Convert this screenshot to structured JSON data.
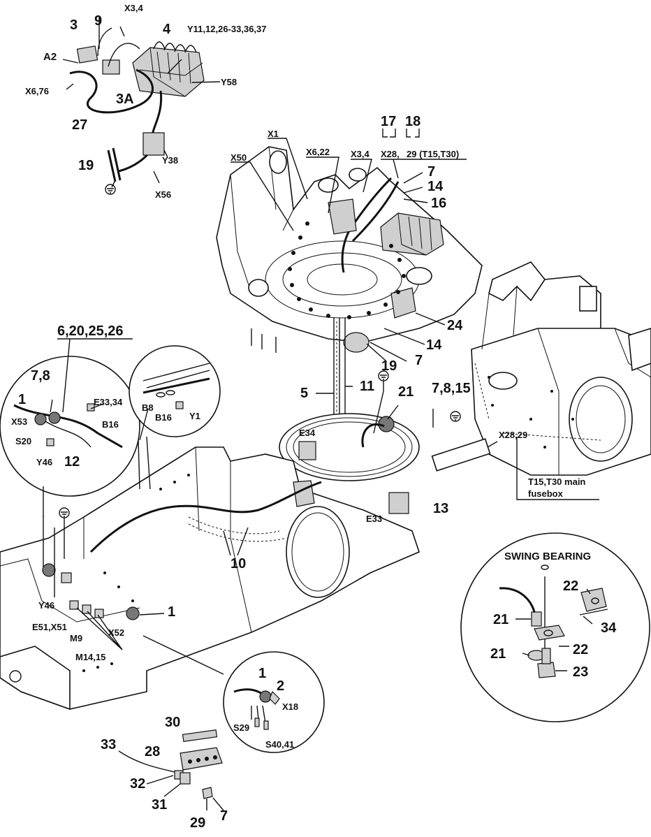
{
  "callouts": {
    "c_x34_top": "X3,4",
    "c_9": "9",
    "c_3": "3",
    "c_4": "4",
    "c_y_top": "Y11,12,26-33,36,37",
    "c_a2": "A2",
    "c_x676": "X6,76",
    "c_3a": "3A",
    "c_y58": "Y58",
    "c_27": "27",
    "c_19_top": "19",
    "c_y38": "Y38",
    "c_x56": "X56",
    "c_17": "17",
    "c_18": "18",
    "c_x1": "X1",
    "c_x622": "X6,22",
    "c_x34_mid": "X3,4",
    "c_x28": "X28,",
    "c_29t": "29 (T15,T30)",
    "c_x50": "X50",
    "c_7_a": "7",
    "c_14_a": "14",
    "c_16": "16",
    "c_24": "24",
    "c_14_b": "14",
    "c_7_b": "7",
    "c_19_mid": "19",
    "c_5": "5",
    "c_11": "11",
    "c_21_a": "21",
    "c_7815": "7,8,15",
    "c_x2829": "X28,29",
    "c_fusebox_1": "T15,T30 main",
    "c_fusebox_2": "fusebox",
    "c_e34": "E34",
    "c_e33": "E33",
    "c_13": "13",
    "c_10": "10",
    "c_6202526": "6,20,25,26",
    "c_78": "7,8",
    "c_e3334": "E33,34",
    "c_1_a": "1",
    "c_x53": "X53",
    "c_b16_a": "B16",
    "c_s20": "S20",
    "c_y46_a": "Y46",
    "c_12": "12",
    "c_b8": "B8",
    "c_b16_b": "B16",
    "c_y1": "Y1",
    "c_y46_b": "Y46",
    "c_e51": "E51,X51",
    "c_m9": "M9",
    "c_x52": "X52",
    "c_1_b": "1",
    "c_m1415": "M14,15",
    "c_1_c": "1",
    "c_2": "2",
    "c_s29": "S29",
    "c_x18": "X18",
    "c_s4041": "S40,41",
    "c_30": "30",
    "c_28": "28",
    "c_33": "33",
    "c_32": "32",
    "c_31": "31",
    "c_29b": "29",
    "c_7_c": "7",
    "c_swing": "SWING BEARING",
    "c_22_a": "22",
    "c_21_b": "21",
    "c_34": "34",
    "c_22_b": "22",
    "c_21_c": "21",
    "c_23": "23"
  }
}
